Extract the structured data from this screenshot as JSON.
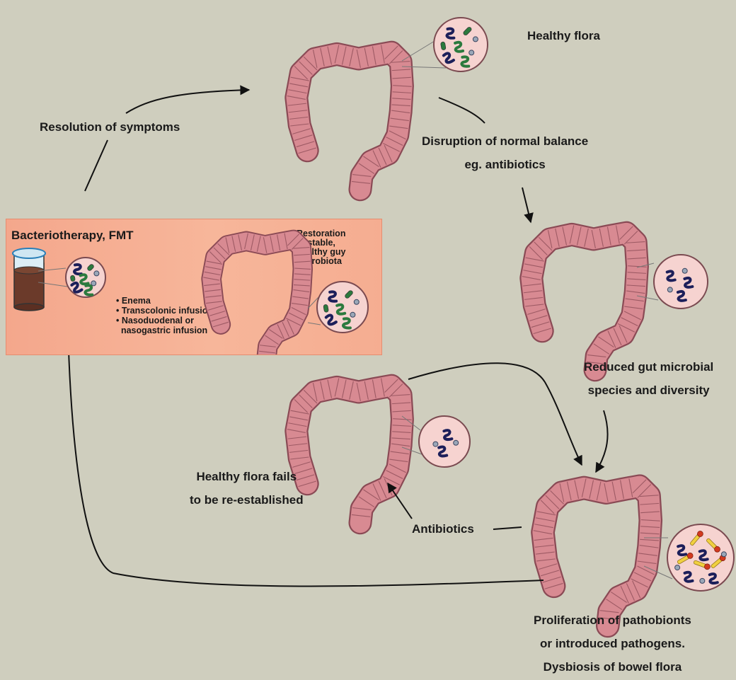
{
  "labels": {
    "healthy_flora": "Healthy flora",
    "resolution": "Resolution of symptoms",
    "disruption_1": "Disruption of normal balance",
    "disruption_2": "eg. antibiotics",
    "reduced_1": "Reduced gut microbial",
    "reduced_2": "species and diversity",
    "fails_1": "Healthy flora fails",
    "fails_2": "to be re-established",
    "antibiotics": "Antibiotics",
    "prolif_1": "Proliferation of pathobionts",
    "prolif_2": "or introduced pathogens.",
    "prolif_3": "Dysbiosis of bowel flora"
  },
  "panel": {
    "title": "Bacteriotherapy, FMT",
    "methods": [
      "• Enema",
      "• Transcolonic infusion",
      "• Nasoduodenal or",
      "  nasogastric infusion"
    ],
    "restoration": [
      "Restoration",
      "of stable,",
      "healthy guy",
      "microbiota"
    ]
  },
  "colors": {
    "background": "#cfcebe",
    "colon_fill": "#d88a92",
    "colon_outline": "#8a4a55",
    "circle_fill": "#f6d3d0",
    "panel_fill": "#f6ae92",
    "good_bacteria": "#2c7a3e",
    "dark_bacteria": "#1c1f5a",
    "pathogen_yellow": "#f0d040",
    "pathogen_red": "#d23a1f"
  }
}
